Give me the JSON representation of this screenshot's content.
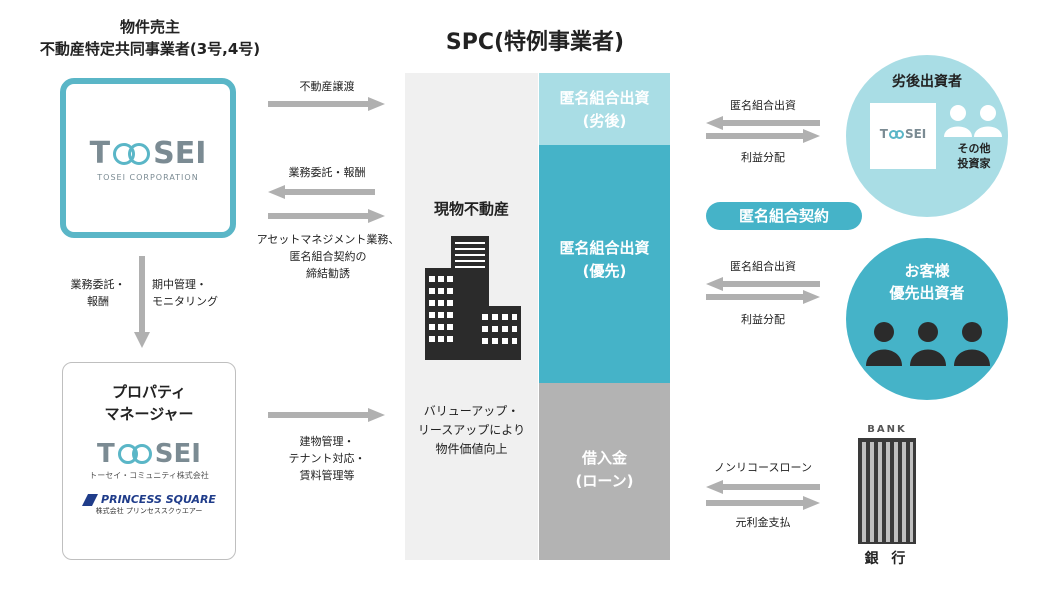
{
  "seller": {
    "title_line1": "物件売主",
    "title_line2": "不動産特定共同事業者(3号,4号)",
    "logo_text_left": "T",
    "logo_text_right": "SEI",
    "logo_sub": "TOSEI CORPORATION"
  },
  "spc": {
    "title": "SPC(特例事業者)"
  },
  "arrows": {
    "transfer": "不動産譲渡",
    "consign_fee": "業務委託・報酬",
    "asset_mgmt": [
      "アセットマネジメント業務、",
      "匿名組合契約の",
      "締結勧誘"
    ],
    "down_left": [
      "業務委託・",
      "報酬"
    ],
    "down_right": [
      "期中管理・",
      "モニタリング"
    ],
    "building_mgmt": [
      "建物管理・",
      "テナント対応・",
      "賃料管理等"
    ],
    "invest_label_1": "匿名組合出資",
    "profit_label_1": "利益分配",
    "invest_label_2": "匿名組合出資",
    "profit_label_2": "利益分配",
    "nonrecourse": "ノンリコースローン",
    "repayment": "元利金支払"
  },
  "asset": {
    "title": "現物不動産",
    "value_up": [
      "バリューアップ・",
      "リースアップにより",
      "物件価値向上"
    ]
  },
  "capital": {
    "sub_title": "匿名組合出資",
    "sub_tag": "(劣後)",
    "senior_title": "匿名組合出資",
    "senior_tag": "(優先)",
    "loan_title": "借入金",
    "loan_tag": "(ローン)"
  },
  "pm": {
    "title_line1": "プロパティ",
    "title_line2": "マネージャー",
    "logo_text_left": "T",
    "logo_text_right": "SEI",
    "logo_sub": "トーセイ・コミュニティ株式会社",
    "princess_name": "PRINCESS SQUARE",
    "princess_sub": "株式会社 プリンセススクゥエアー"
  },
  "subordinated": {
    "title": "劣後出資者",
    "logo_text_left": "T",
    "logo_text_right": "SEI",
    "others": [
      "その他",
      "投資家"
    ]
  },
  "contract_badge": "匿名組合契約",
  "senior": {
    "title_line1": "お客様",
    "title_line2": "優先出資者"
  },
  "bank": {
    "sign": "BANK",
    "label": "銀 行"
  },
  "colors": {
    "teal": "#45b3c8",
    "light_teal": "#a9dde5",
    "gray": "#b3b3b3",
    "arrow": "#b0b0b0",
    "icon_dark": "#2b2b2b"
  }
}
